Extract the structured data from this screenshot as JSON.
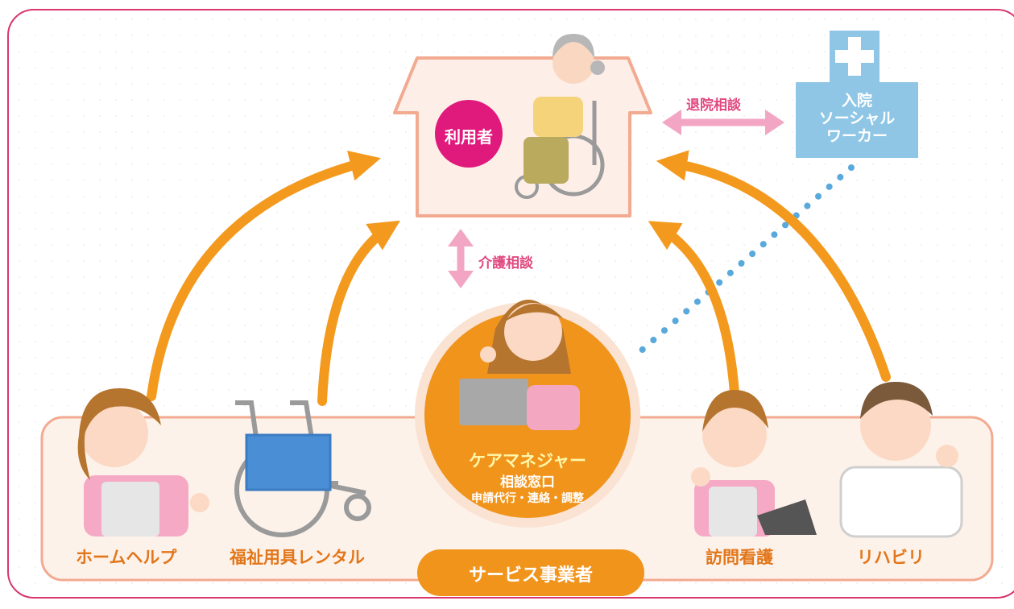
{
  "user": {
    "label": "利用者"
  },
  "hospital": {
    "lines": [
      "入院",
      "ソーシャル",
      "ワーカー"
    ]
  },
  "links": {
    "discharge": "退院相談",
    "care": "介護相談"
  },
  "care_manager": {
    "title": "ケアマネジャー",
    "subtitle": "相談窓口",
    "duties": "申請代行・連絡・調整"
  },
  "services": {
    "home_help": "ホームヘルプ",
    "equipment_rental": "福祉用具レンタル",
    "visiting_nursing": "訪問看護",
    "rehabilitation": "リハビリ"
  },
  "footer_pill": "サービス事業者",
  "colors": {
    "frame": "#d9366e",
    "arrow": "#f39a1e",
    "pink_arrow": "#f3a6c4",
    "user_circle": "#e0197d",
    "hospital": "#8fc6e6",
    "care_manager": "#f0941c",
    "house_fill": "#fdeee8",
    "house_stroke": "#f2aa90"
  }
}
